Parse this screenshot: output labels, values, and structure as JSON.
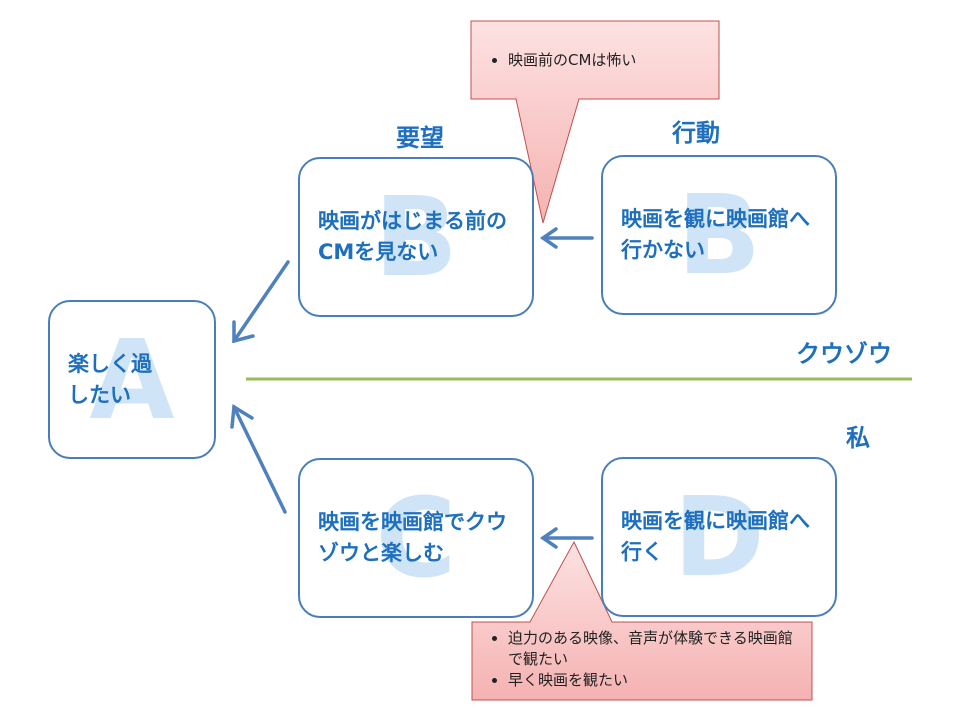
{
  "boxes": {
    "a": {
      "text": "楽しく過したい",
      "letter": "A"
    },
    "b": {
      "text": "映画がはじまる前のCMを見ない",
      "letter": "B"
    },
    "b_prime": {
      "text": "映画を観に映画館へ行かない",
      "letter": "B"
    },
    "c": {
      "text": "映画を映画館でクウゾウと楽しむ",
      "letter": "C"
    },
    "d": {
      "text": "映画を観に映画館へ行く",
      "letter": "D"
    }
  },
  "labels": {
    "need": "要望",
    "action": "行動",
    "other_party": "クウゾウ",
    "self": "私"
  },
  "callouts": {
    "top": {
      "items": [
        "映画前のCMは怖い"
      ]
    },
    "bottom": {
      "items": [
        "迫力のある映像、音声が体験できる映画館で観たい",
        "早く映画を観たい"
      ]
    }
  },
  "colors": {
    "box_border": "#4a7ebb",
    "text": "#1f6fbf",
    "arrow": "#4f81bd",
    "divider": "#9bbb59",
    "callout_fill": "#f8c3c3",
    "callout_border": "#c0504d",
    "watermark": "#cfe5f7"
  }
}
